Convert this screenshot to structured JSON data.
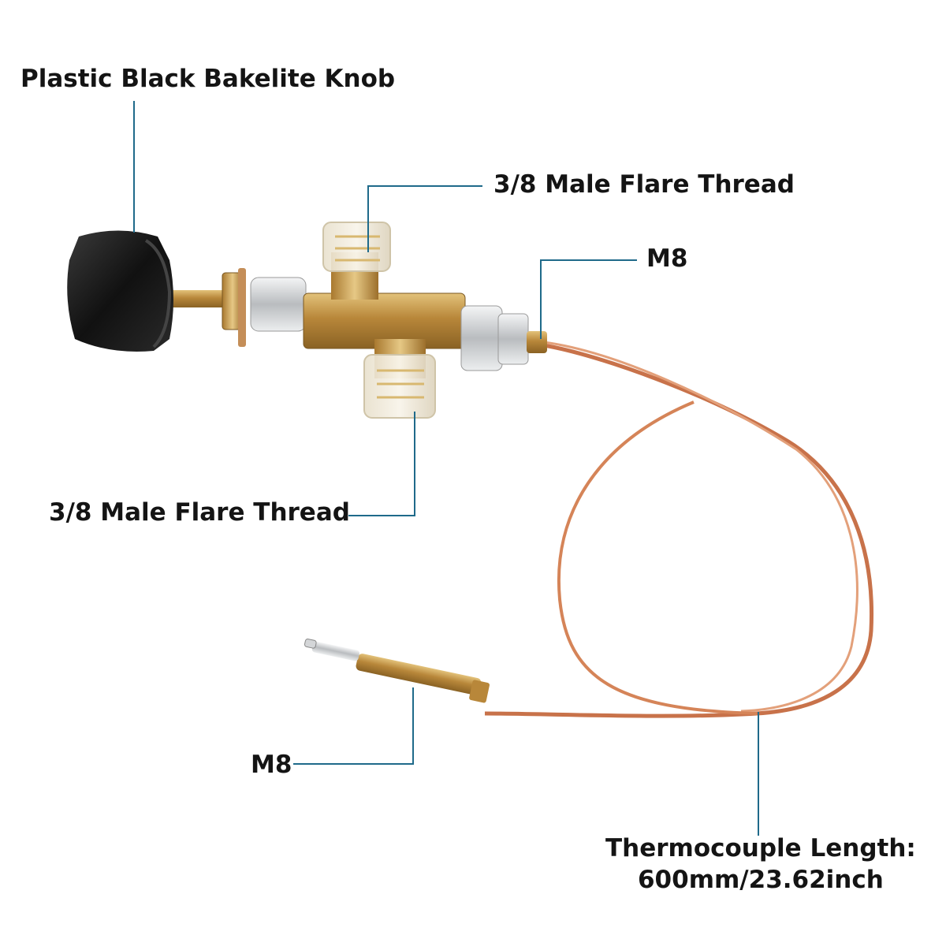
{
  "labels": {
    "knob": "Plastic Black Bakelite Knob",
    "flare_top": "3/8 Male Flare Thread",
    "m8_valve": "M8",
    "flare_bottom": "3/8 Male Flare Thread",
    "m8_probe": "M8",
    "thermocouple_line1": "Thermocouple Length:",
    "thermocouple_line2": "600mm/23.62inch"
  },
  "colors": {
    "leader": "#1f6a8a",
    "brass": "#c9a04a",
    "copper": "#d9825a",
    "knob": "#1c1c1c",
    "chrome": "#c8cacc"
  }
}
